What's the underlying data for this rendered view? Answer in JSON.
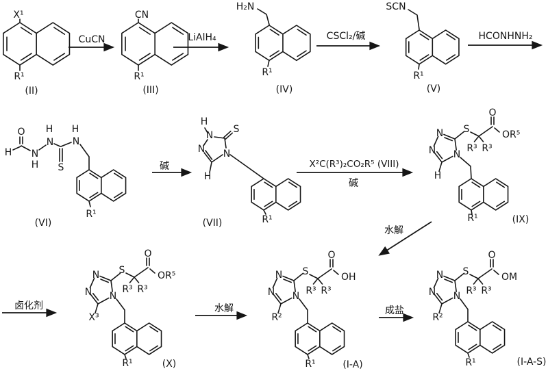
{
  "scheme": {
    "description": "Multi-step chemical synthesis reaction scheme for naphthalenylmethyl triazole thioacetic acid derivatives",
    "background_color": "#ffffff",
    "ink_color": "#161616"
  },
  "atoms": {
    "N": "N",
    "S": "S",
    "O": "O",
    "H": "H",
    "OH": "OH",
    "OM": "OM",
    "OR5": "OR⁵",
    "R1": "R¹",
    "R2": "R²",
    "R3": "R³",
    "X1": "X¹",
    "X3": "X³",
    "CN": "CN",
    "SCN": "SCN",
    "H2N": "H₂N"
  },
  "compound_labels": {
    "II": "(II)",
    "III": "(III)",
    "IV": "(IV)",
    "V": "(V)",
    "VI": "(VI)",
    "VII": "(VII)",
    "IX": "(IX)",
    "X": "(X)",
    "IA": "(I-A)",
    "IAS": "(I-A-S)"
  },
  "reagents": {
    "step1": "CuCN",
    "step2": "LiAlH₄",
    "step3": "CSCl₂/碱",
    "step4": "HCONHNH₂",
    "step5": "碱",
    "step6_top": "X²C(R³)₂CO₂R⁵ (VIII)",
    "step6_bottom": "碱",
    "hydrolysis_direct": "水解",
    "step7": "卤化剂",
    "step8": "水解",
    "step9": "成盐"
  }
}
